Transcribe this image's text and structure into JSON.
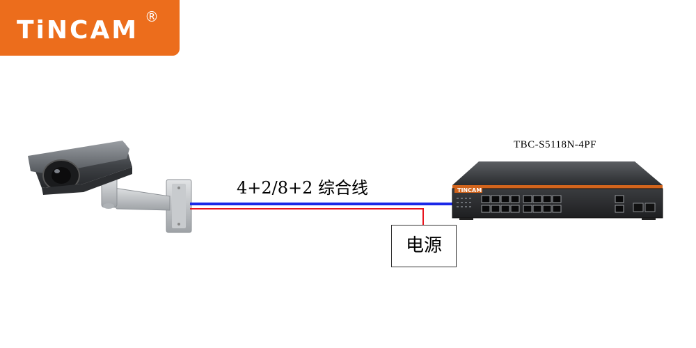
{
  "logo": {
    "brand": "TiNCAM",
    "registered": "®"
  },
  "model": "TBC-S5118N-4PF",
  "cable_label": "4+2/8+2 综合线",
  "power_label": "电源",
  "switch": {
    "brand": "TINCAM",
    "port_count": 16,
    "uplink_ports": 2,
    "sfp_ports": 2
  },
  "colors": {
    "brand_orange": "#ec6d1c",
    "network_cable": "#1a28e8",
    "power_cable": "#e8141e"
  },
  "icons": [
    "camera-icon",
    "network-switch-icon"
  ]
}
